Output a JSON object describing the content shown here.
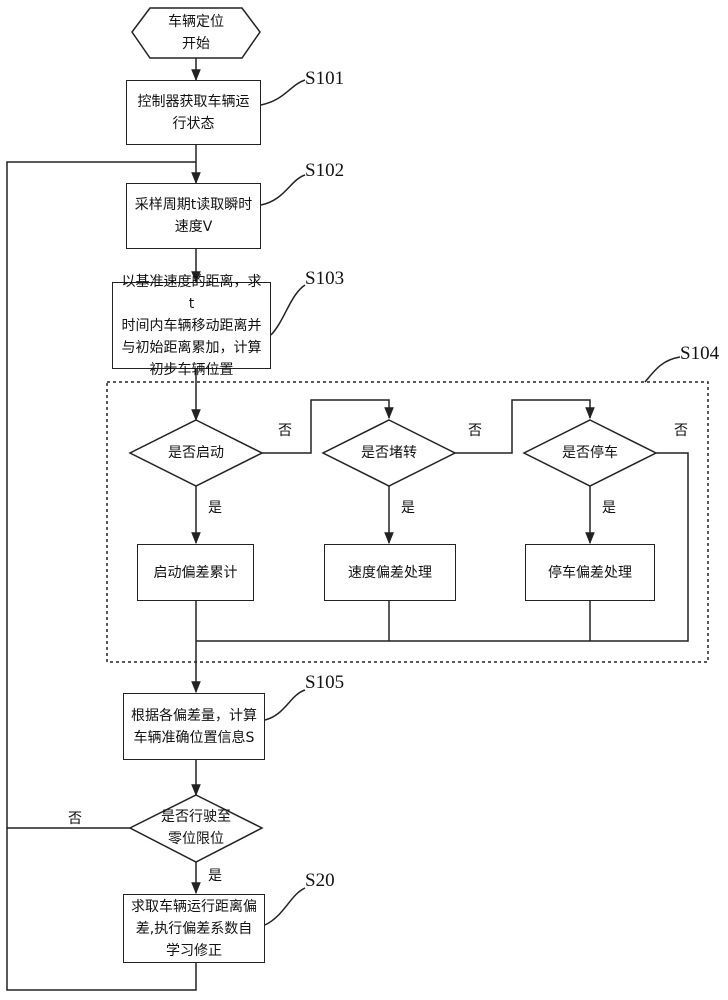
{
  "start_terminal": "车辆定位\n开始",
  "steps": {
    "s101_label": "S101",
    "s101_text": "控制器获取车辆运\n行状态",
    "s102_label": "S102",
    "s102_text": "采样周期t读取瞬时\n速度V",
    "s103_label": "S103",
    "s103_text": "以基准速度的距离，求t\n时间内车辆移动距离并\n与初始距离累加，计算\n初步车辆位置",
    "s104_label": "S104",
    "s105_label": "S105",
    "s105_text": "根据各偏差量，计算\n车辆准确位置信息S",
    "s20_label": "S20",
    "s20_text": "求取车辆运行距离偏\n差,执行偏差系数自\n学习修正"
  },
  "decisions": {
    "start": "是否启动",
    "stall": "是否堵转",
    "stop": "是否停车",
    "limit": "是否行驶至\n零位限位"
  },
  "processes": {
    "start_dev": "启动偏差累计",
    "speed_dev": "速度偏差处理",
    "stop_dev": "停车偏差处理"
  },
  "labels": {
    "yes": "是",
    "no": "否"
  }
}
